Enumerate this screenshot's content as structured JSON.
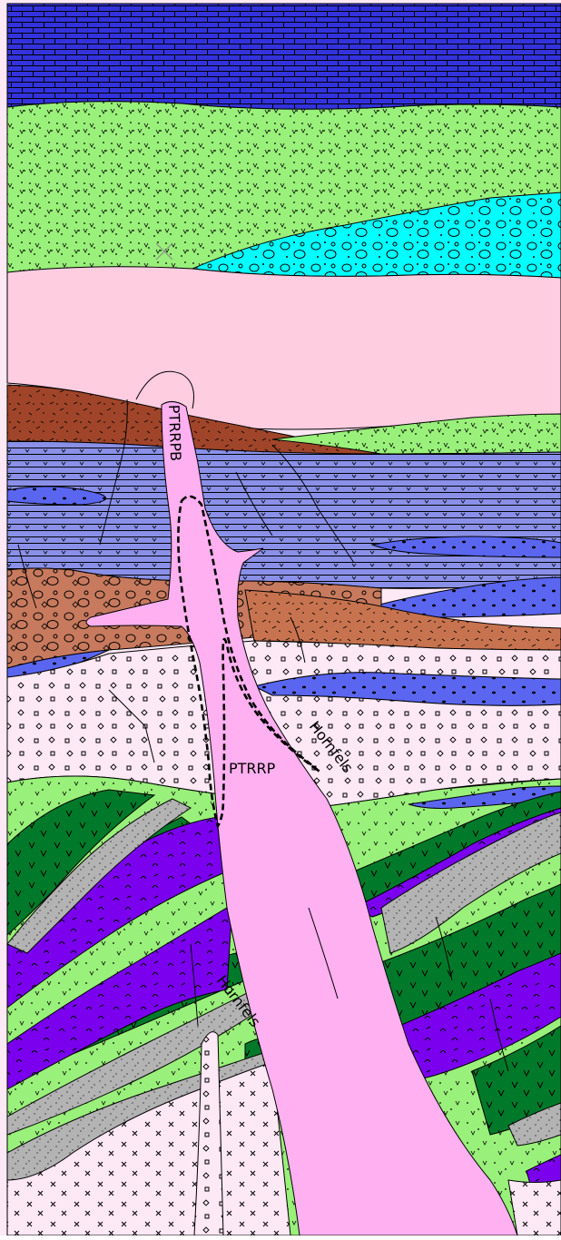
{
  "labels": {
    "ptrrpb": "PTRRPB",
    "ptrrp": "PTRRP",
    "hornfels_upper": "Hornfels",
    "hornfels_lower": "Hornfels"
  },
  "colors": {
    "limestone_fill": "#3333dd",
    "tuff_green": "#99f07a",
    "conglomerate_cyan": "#00ffff",
    "sill_pink": "#ffcce0",
    "brown_volcanic": "#a0452a",
    "shale_blue": "#8a90e8",
    "conglomerate_brown": "#c87a5e",
    "light_pink": "#fde8f5",
    "blue_lens": "#5a66f0",
    "dark_green": "#007a2a",
    "purple": "#7a00ee",
    "grey": "#b3b3b3",
    "intrusion_pink": "#ffb0f0"
  }
}
